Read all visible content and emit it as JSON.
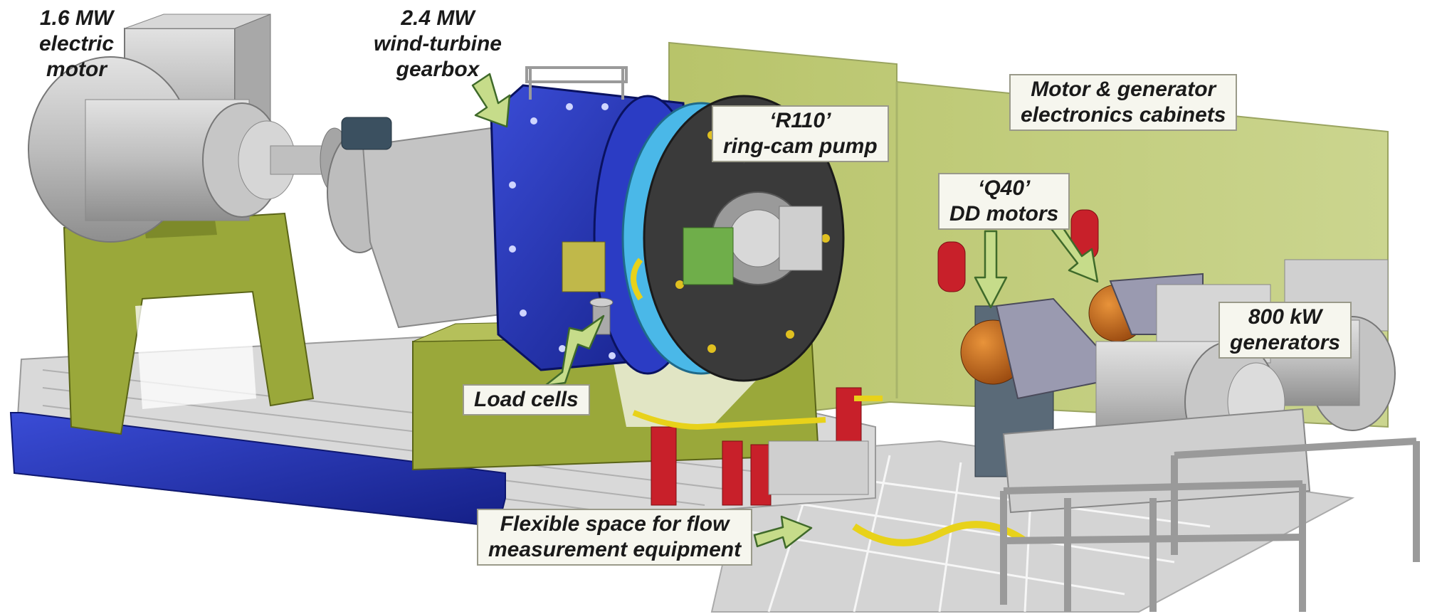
{
  "labels": {
    "electric_motor": [
      "1.6 MW",
      "electric",
      "motor"
    ],
    "gearbox": [
      "2.4 MW",
      "wind-turbine",
      "gearbox"
    ],
    "pump": [
      "‘R110’",
      "ring-cam pump"
    ],
    "cabinets": [
      "Motor & generator",
      "electronics cabinets"
    ],
    "dd_motors": [
      "‘Q40’",
      "DD motors"
    ],
    "generators": [
      "800 kW",
      "generators"
    ],
    "load_cells": [
      "Load cells"
    ],
    "flow_space": [
      "Flexible space for flow",
      "measurement equipment"
    ]
  },
  "colors": {
    "frame_olive": "#9aa83a",
    "frame_olive_dark": "#6f7a22",
    "wall_green": "#c9d48a",
    "gearbox_blue": "#2433b8",
    "base_blue": "#1d2fa8",
    "machine_grey": "#c9c9c9",
    "pump_dark": "#3c3c3c",
    "accumulator_red": "#c8202a",
    "hose_yellow": "#e8d21a",
    "arrow_fill": "#c6dc8a",
    "arrow_stroke": "#3f6a2a",
    "motor_orange": "#c66a1c"
  }
}
